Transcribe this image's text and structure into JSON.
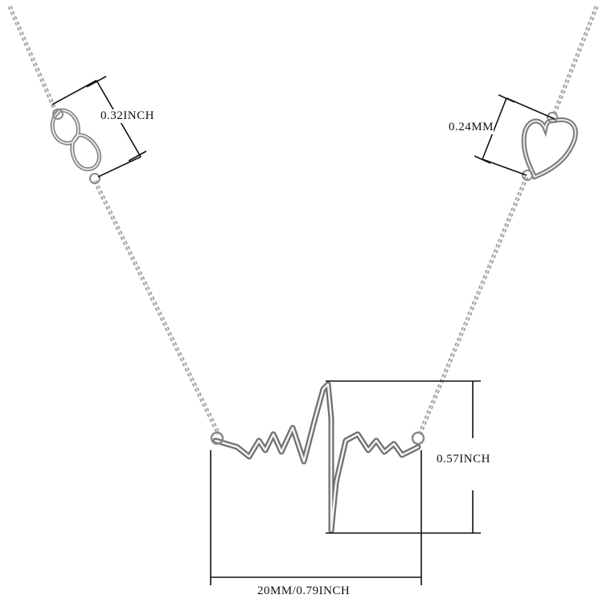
{
  "product": {
    "charms": [
      "infinity-charm",
      "heart-charm",
      "heartbeat-pendant"
    ],
    "metal_color": "#c9c9c9",
    "ink_color": "#111111"
  },
  "dimensions": {
    "infinity_size": "0.32INCH",
    "heart_size": "0.24MM",
    "pendant_height": "0.57INCH",
    "pendant_width": "20MM/0.79INCH"
  }
}
